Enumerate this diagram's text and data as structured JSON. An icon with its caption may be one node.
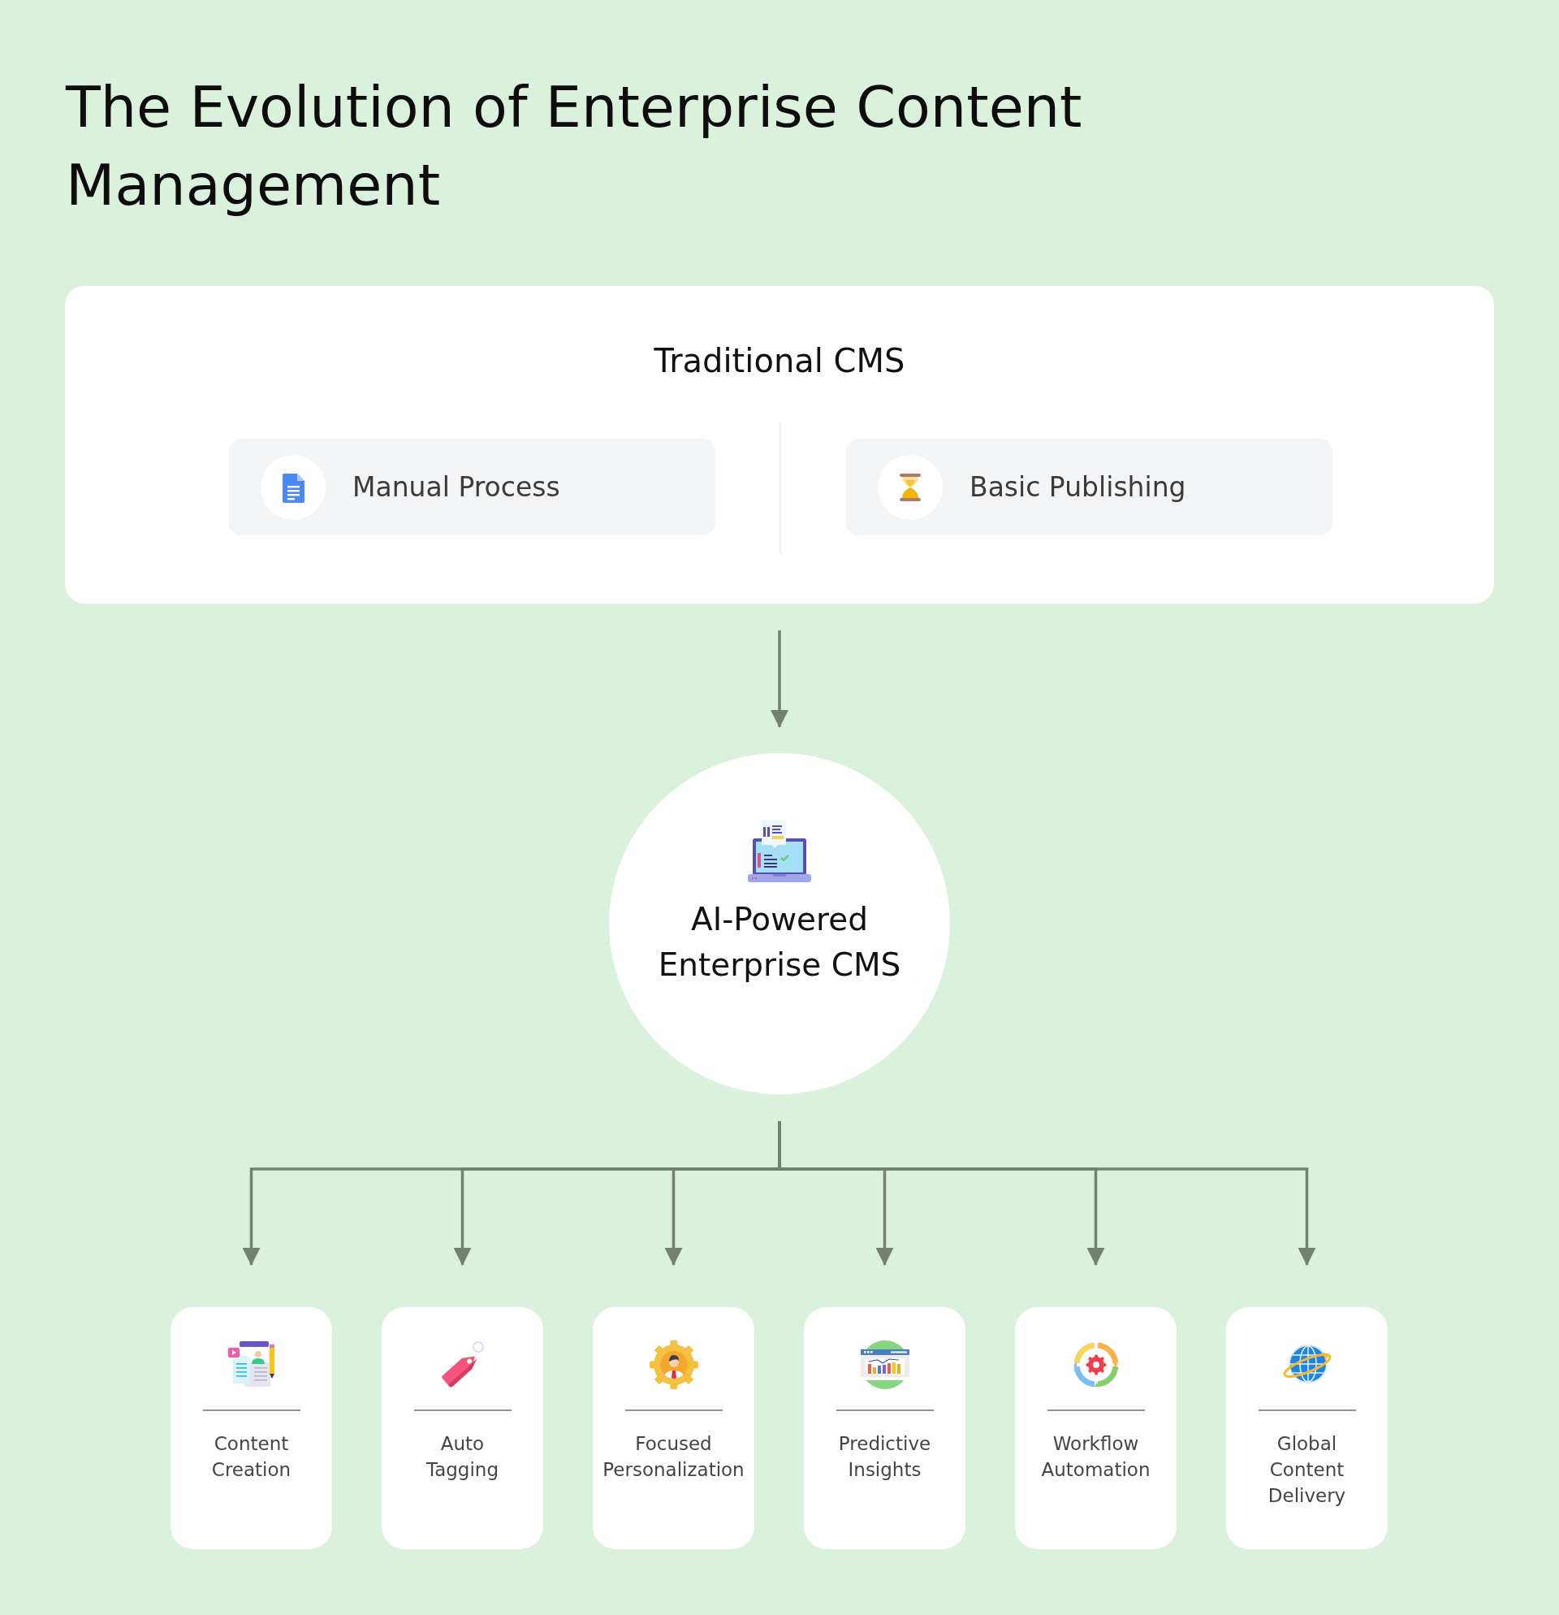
{
  "diagram": {
    "title": "The Evolution of Enterprise Content Management",
    "nodes": [
      {
        "text": [
          "Traditional CMS"
        ]
      },
      {
        "text": [
          "Manual Process"
        ],
        "in": 0
      },
      {
        "text": [
          "Basic Publishing"
        ],
        "in": 0
      },
      {
        "text": [
          "AI-Powered Enterprise CMS"
        ]
      },
      {
        "text": [
          "Content Creation"
        ]
      },
      {
        "text": [
          "Auto Tagging"
        ]
      },
      {
        "text": [
          "Focused Personalization"
        ]
      },
      {
        "text": [
          "Predictive Insights"
        ]
      },
      {
        "text": [
          "Workflow Automation"
        ]
      },
      {
        "text": [
          "Global Content Delivery"
        ]
      }
    ],
    "edges": [
      {
        "from": 0,
        "to": 3,
        "arrow": "to"
      },
      {
        "from": 3,
        "to": 4,
        "arrow": "to"
      },
      {
        "from": 3,
        "to": 5,
        "arrow": "to"
      },
      {
        "from": 3,
        "to": 6,
        "arrow": "to"
      },
      {
        "from": 3,
        "to": 7,
        "arrow": "to"
      },
      {
        "from": 3,
        "to": 8,
        "arrow": "to"
      },
      {
        "from": 3,
        "to": 9,
        "arrow": "to"
      }
    ]
  }
}
